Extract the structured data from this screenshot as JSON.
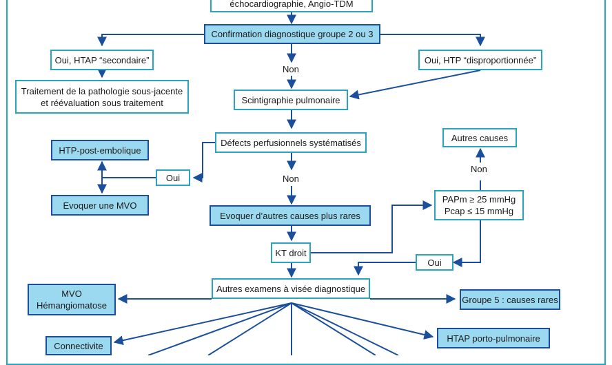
{
  "colors": {
    "line": "#1b4f9c",
    "box_border": "#2aa3bd",
    "box_fill": "#9bd9f1",
    "frame": "#2aa3bd"
  },
  "nodes": {
    "top_box": "échocardiographie, Angio-TDM",
    "confirmation": "Confirmation diagnostique groupe 2 ou 3",
    "htap_secondaire": "Oui, HTAP  “secondaire”",
    "htp_disproportionnee": "Oui, HTP  “disproportionnée”",
    "traitement_line1": "Traitement de la pathologie sous-jacente",
    "traitement_line2": "et réévaluation sous traitement",
    "scintigraphie": "Scintigraphie pulmonaire",
    "defects": "Défects perfusionnels systématisés",
    "htp_post_embolique": "HTP-post-embolique",
    "evoquer_mvo": "Evoquer une MVO",
    "evoquer_autres": "Evoquer d’autres causes plus rares",
    "kt_droit": "KT droit",
    "papm_line1": "PAPm ≥ 25 mmHg",
    "papm_line2": "Pcap ≤ 15 mmHg",
    "autres_causes": "Autres causes",
    "autres_examens": "Autres examens à visée diagnostique",
    "mvo_line1": "MVO",
    "mvo_line2": "Hémangiomatose",
    "groupe5": "Groupe 5 : causes rares",
    "connectivite": "Connectivite",
    "htap_porto": "HTAP porto-pulmonaire"
  },
  "labels": {
    "non_1": "Non",
    "non_2": "Non",
    "non_3": "Non",
    "oui_1": "Oui",
    "oui_2": "Oui"
  }
}
